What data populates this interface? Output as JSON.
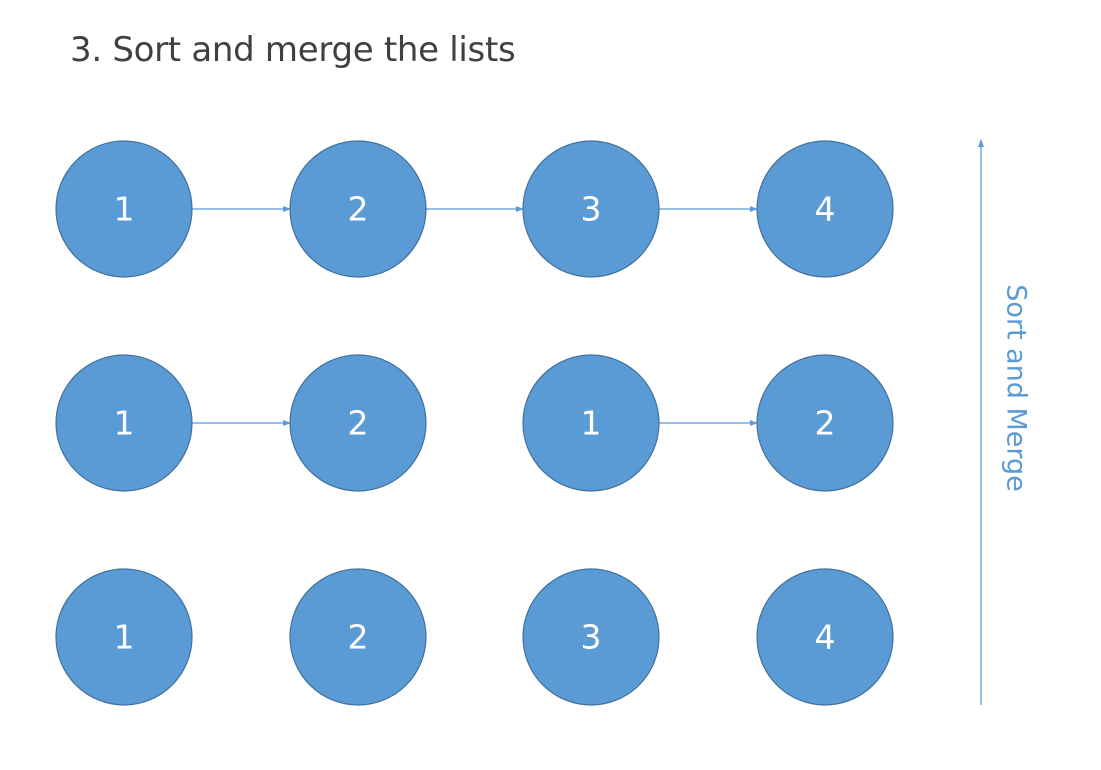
{
  "title": "3. Sort and merge the lists",
  "side_label": "Sort and Merge",
  "colors": {
    "node_fill": "#5b9bd5",
    "node_stroke": "#41719c",
    "arrow": "#5b9bd5",
    "label_text": "#ffffff",
    "title_text": "#404040"
  },
  "rows": [
    {
      "nodes": [
        "1",
        "2",
        "3",
        "4"
      ],
      "links": [
        [
          0,
          1
        ],
        [
          1,
          2
        ],
        [
          2,
          3
        ]
      ]
    },
    {
      "nodes": [
        "1",
        "2",
        "1",
        "2"
      ],
      "links": [
        [
          0,
          1
        ],
        [
          2,
          3
        ]
      ]
    },
    {
      "nodes": [
        "1",
        "2",
        "3",
        "4"
      ],
      "links": []
    }
  ],
  "side_arrow_direction": "up"
}
